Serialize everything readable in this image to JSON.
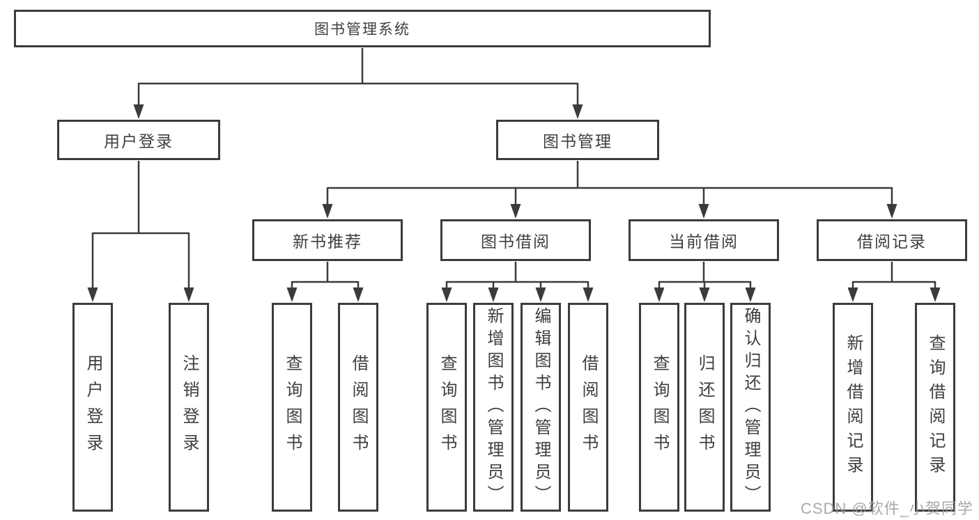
{
  "tree": {
    "label": "图书管理系统",
    "children": [
      {
        "label": "用户登录",
        "children": [
          {
            "label": "用户登录"
          },
          {
            "label": "注销登录"
          }
        ]
      },
      {
        "label": "图书管理",
        "children": [
          {
            "label": "新书推荐",
            "children": [
              {
                "label": "查询图书"
              },
              {
                "label": "借阅图书"
              }
            ]
          },
          {
            "label": "图书借阅",
            "children": [
              {
                "label": "查询图书"
              },
              {
                "label": "新增图书（管理员）"
              },
              {
                "label": "编辑图书（管理员）"
              },
              {
                "label": "借阅图书"
              }
            ]
          },
          {
            "label": "当前借阅",
            "children": [
              {
                "label": "查询图书"
              },
              {
                "label": "归还图书"
              },
              {
                "label": "确认归还（管理员）"
              }
            ]
          },
          {
            "label": "借阅记录",
            "children": [
              {
                "label": "新增借阅记录"
              },
              {
                "label": "查询借阅记录"
              }
            ]
          }
        ]
      }
    ]
  },
  "watermark": "CSDN @软件_小贺同学",
  "colors": {
    "line": "#3b3b3b",
    "box_border": "#3b3b3b",
    "text": "#3e3e3e",
    "watermark": "#9a9a9a",
    "background": "#ffffff"
  }
}
